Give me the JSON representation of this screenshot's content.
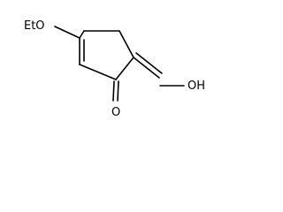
{
  "molecule": {
    "atoms": {
      "ethoxy": "EtO",
      "carbonyl_oxygen": "O",
      "hydroxyl": "OH"
    }
  }
}
